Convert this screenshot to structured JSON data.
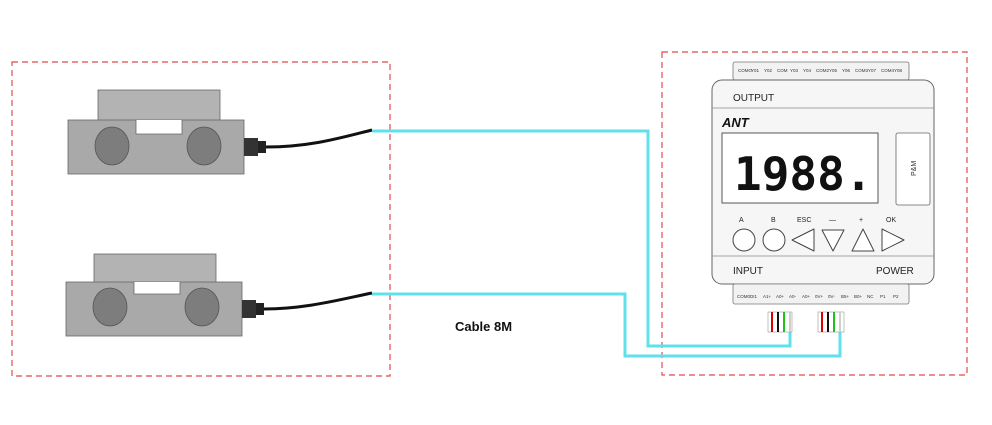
{
  "cable_label": "Cable  8M",
  "controller": {
    "brand": "ANT",
    "display_value": "1988.",
    "output_label": "OUTPUT",
    "input_label": "INPUT",
    "power_label": "POWER",
    "side_button_label": "P&M",
    "keys": [
      "A",
      "B",
      "ESC",
      "—",
      "+",
      "OK"
    ],
    "top_terminals": [
      "COMO",
      "Y01",
      "Y02",
      "COM",
      "Y03",
      "Y04",
      "COM2",
      "Y05",
      "Y06",
      "COM3",
      "Y07",
      "COM4",
      "Y08"
    ],
    "bottom_terminals": [
      "COM0",
      "DI1",
      "A1+",
      "A0+",
      "A0-",
      "A0+",
      "0V+",
      "0V-",
      "B5+",
      "B0+",
      "NC",
      "P1",
      "P2"
    ]
  },
  "colors": {
    "cable_cyan": "#5fe0ea",
    "dashed_border": "#e24b4b",
    "sensor_body": "#a9a9a9",
    "wire_red": "#e00000",
    "wire_green": "#1ec21e",
    "wire_black": "#111111",
    "wire_white": "#dddddd"
  },
  "icons": [
    "load-cell",
    "load-cell",
    "keypad-arrow-left",
    "keypad-arrow-down",
    "keypad-arrow-up",
    "keypad-arrow-right"
  ]
}
